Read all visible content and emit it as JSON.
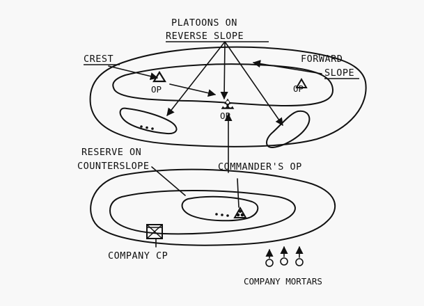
{
  "diagram": {
    "labels": {
      "platoons_line1": "PLATOONS ON",
      "platoons_line2": "REVERSE SLOPE",
      "crest": "CREST",
      "forward_line1": "FORWARD",
      "forward_line2": "SLOPE",
      "op": "OP",
      "reserve_line1": "RESERVE ON",
      "reserve_line2": "COUNTERSLOPE",
      "commanders_op": "COMMANDER'S OP",
      "company_cp": "COMPANY CP",
      "company_mortars": "COMPANY MORTARS"
    }
  }
}
